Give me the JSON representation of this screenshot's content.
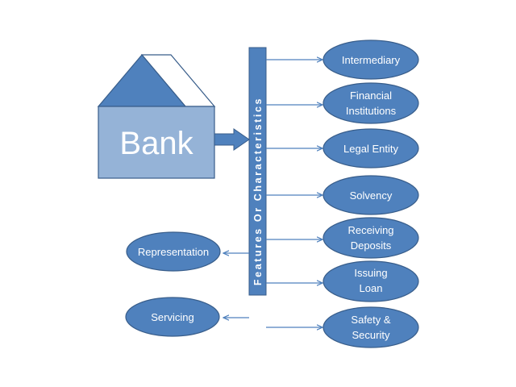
{
  "bank": {
    "label": "Bank"
  },
  "bar": {
    "label": "Features Or Characteristics"
  },
  "right_nodes": [
    {
      "lines": [
        "Intermediary"
      ]
    },
    {
      "lines": [
        "Financial",
        "Institutions"
      ]
    },
    {
      "lines": [
        "Legal Entity"
      ]
    },
    {
      "lines": [
        "Solvency"
      ]
    },
    {
      "lines": [
        "Receiving",
        "Deposits"
      ]
    },
    {
      "lines": [
        "Issuing",
        "Loan"
      ]
    },
    {
      "lines": [
        "Safety &",
        "Security"
      ]
    }
  ],
  "left_nodes": [
    {
      "lines": [
        "Representation"
      ]
    },
    {
      "lines": [
        "Servicing"
      ]
    }
  ],
  "colors": {
    "ellipse_fill": "#4f81bd",
    "ellipse_stroke": "#385d8a",
    "bar_fill": "#4f81bd",
    "roof_dark": "#4f81bd",
    "roof_light": "#ffffff",
    "body_fill": "#95b3d7",
    "arrow": "#4f81bd"
  }
}
